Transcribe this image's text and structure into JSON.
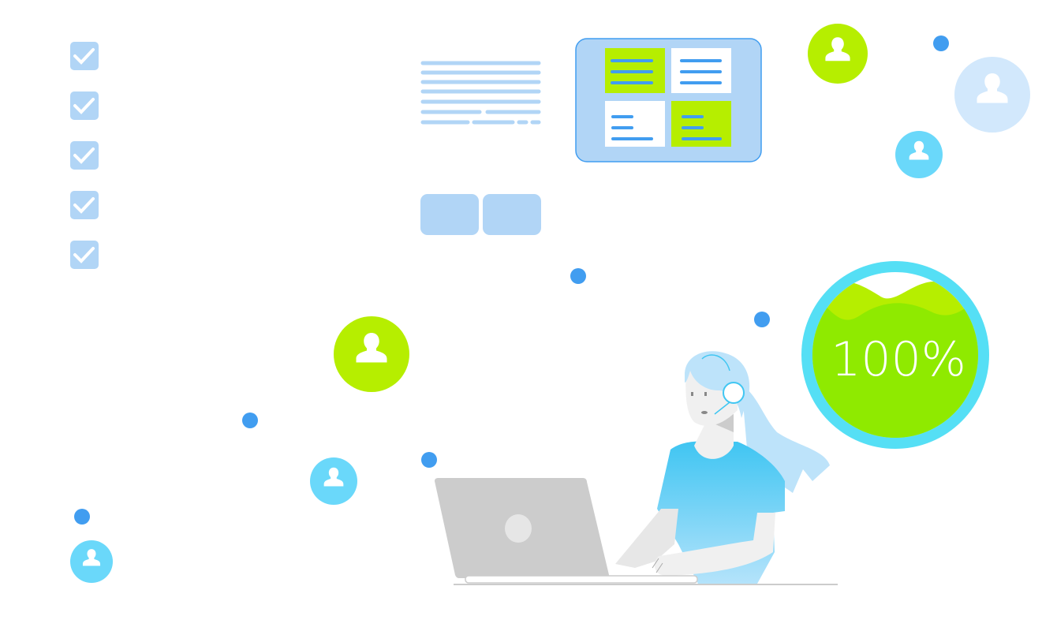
{
  "gauge": {
    "label": "100%",
    "value": 100
  },
  "colors": {
    "check_bg": "#b1d5f6",
    "accent_blue": "#419df0",
    "lime": "#b6ee00",
    "green": "#8fea00",
    "cyan": "#55dff5",
    "avatar_cyan": "#6ad8fa",
    "avatar_light": "#d2e8fc",
    "laptop": "#cccccc",
    "hair": "#bde3fa",
    "shirt": "#40c6f2"
  },
  "icons": {
    "checkbox": "checkbox-checked-icon",
    "avatar": "user-avatar-icon",
    "headset": "headset-icon"
  },
  "checklist_count": 5
}
